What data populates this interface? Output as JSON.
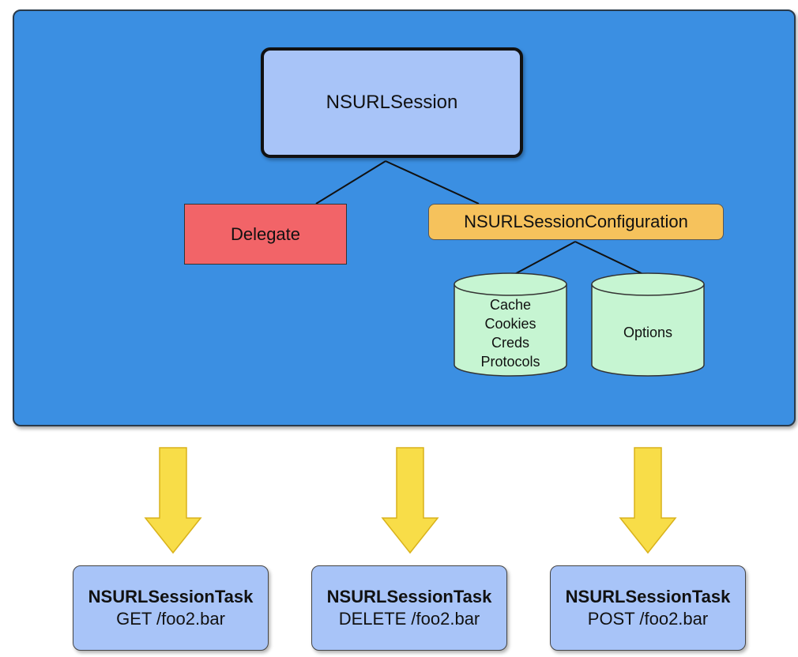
{
  "colors": {
    "panel": "#3b8fe2",
    "session": "#a8c4f8",
    "delegate": "#f26468",
    "config": "#f6c25c",
    "store": "#c6f5d2",
    "task": "#a8c4f8",
    "arrow": "#f8dd48"
  },
  "session": {
    "label": "NSURLSession"
  },
  "delegate": {
    "label": "Delegate"
  },
  "configuration": {
    "label": "NSURLSessionConfiguration"
  },
  "stores": [
    {
      "lines": [
        "Cache",
        "Cookies",
        "Creds",
        "Protocols"
      ]
    },
    {
      "lines": [
        "Options"
      ]
    }
  ],
  "tasks": [
    {
      "title": "NSURLSessionTask",
      "request": "GET /foo2.bar"
    },
    {
      "title": "NSURLSessionTask",
      "request": "DELETE /foo2.bar"
    },
    {
      "title": "NSURLSessionTask",
      "request": "POST /foo2.bar"
    }
  ],
  "icons": [
    "down-arrow-icon",
    "database-cylinder-icon"
  ]
}
